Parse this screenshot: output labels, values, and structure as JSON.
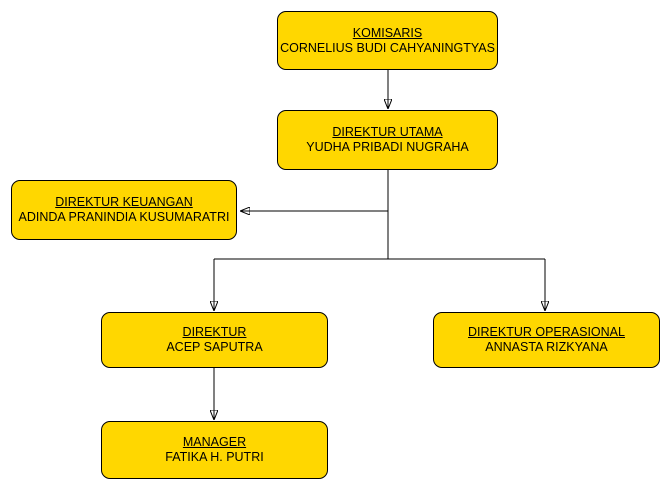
{
  "diagram": {
    "type": "org-chart",
    "colors": {
      "node_fill": "#FFD700",
      "node_border": "#000000",
      "text": "#000000",
      "connector": "#000000",
      "background": "#FFFFFF"
    },
    "nodes": [
      {
        "id": "komisaris",
        "title": "KOMISARIS",
        "name": "CORNELIUS BUDI CAHYANINGTYAS"
      },
      {
        "id": "direktur-utama",
        "title": "DIREKTUR UTAMA",
        "name": "YUDHA PRIBADI NUGRAHA"
      },
      {
        "id": "direktur-keuangan",
        "title": "DIREKTUR KEUANGAN",
        "name": "ADINDA PRANINDIA KUSUMARATRI"
      },
      {
        "id": "direktur",
        "title": "DIREKTUR",
        "name": "ACEP SAPUTRA"
      },
      {
        "id": "direktur-operasional",
        "title": "DIREKTUR OPERASIONAL",
        "name": "ANNASTA RIZKYANA"
      },
      {
        "id": "manager",
        "title": "MANAGER",
        "name": "FATIKA H. PUTRI"
      }
    ],
    "edges": [
      {
        "from": "komisaris",
        "to": "direktur-utama"
      },
      {
        "from": "direktur-utama",
        "to": "direktur-keuangan"
      },
      {
        "from": "direktur-utama",
        "to": "direktur"
      },
      {
        "from": "direktur-utama",
        "to": "direktur-operasional"
      },
      {
        "from": "direktur",
        "to": "manager"
      }
    ]
  }
}
